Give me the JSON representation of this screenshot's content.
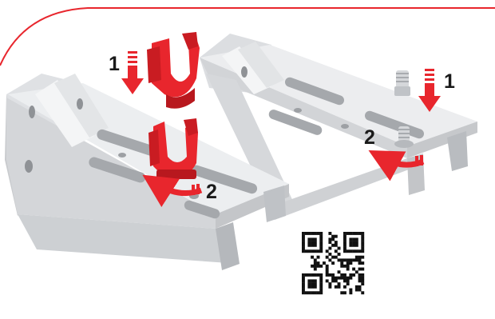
{
  "colors": {
    "accent": "#e8262d",
    "bracket": "#e6e7e9",
    "bracket_shade": "#c9cbce",
    "bracket_dark": "#a9acb0"
  },
  "steps": {
    "left_insert": "1",
    "left_rotate": "2",
    "right_insert": "1",
    "right_rotate": "2"
  },
  "icons": [
    "down-arrow-icon",
    "rotate-arrow-icon",
    "qr-code-icon",
    "clip-icon",
    "bolt-icon"
  ]
}
